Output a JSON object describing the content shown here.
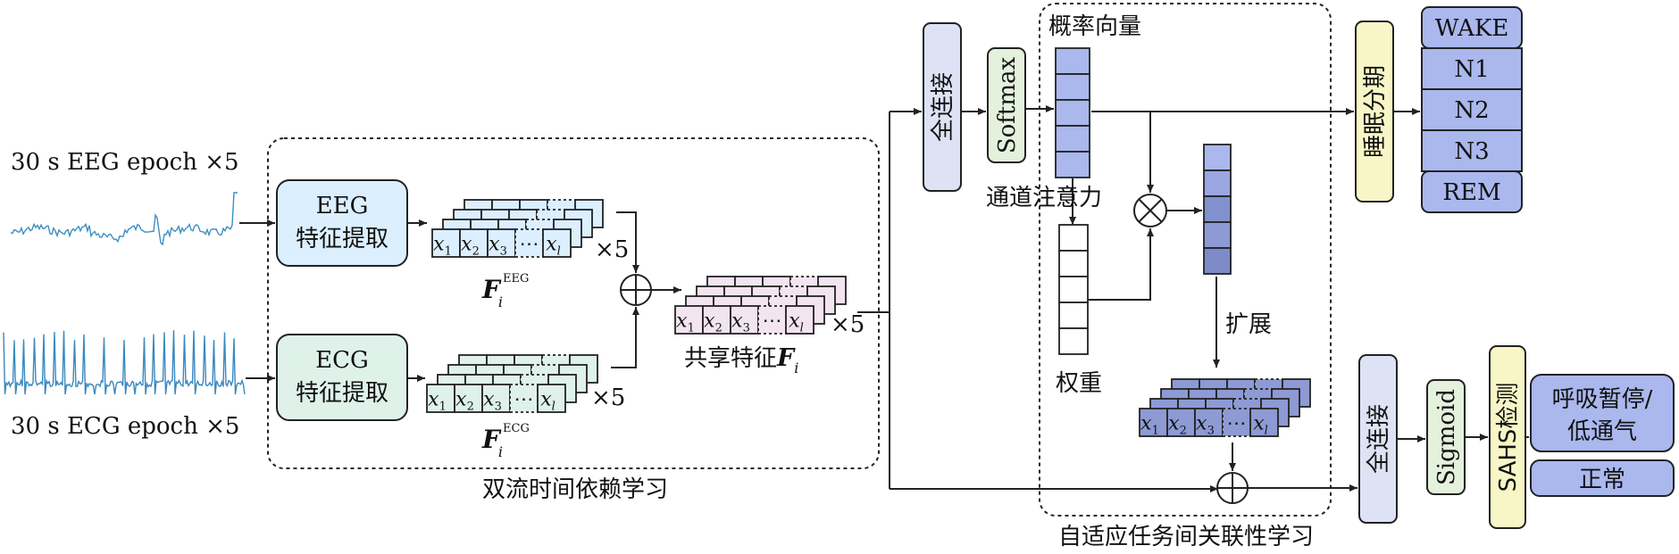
{
  "inputs": {
    "eeg_label": "30 s EEG epoch ×5",
    "ecg_label": "30 s ECG epoch ×5"
  },
  "dual_stream": {
    "eeg_extractor": [
      "EEG",
      "特征提取"
    ],
    "ecg_extractor": [
      "ECG",
      "特征提取"
    ],
    "eeg_feature_symbol": "F",
    "eeg_feature_sub": "i",
    "eeg_feature_sup": "EEG",
    "ecg_feature_symbol": "F",
    "ecg_feature_sub": "i",
    "ecg_feature_sup": "ECG",
    "shared_feature_label": "共享特征",
    "shared_feature_symbol": "F",
    "shared_feature_sub": "i",
    "times": "×5",
    "block_title": "双流时间依赖学习"
  },
  "vector_tokens": [
    "x",
    "1",
    "x",
    "2",
    "x",
    "3",
    "x",
    "l"
  ],
  "adaptive": {
    "fc_label": "全连接",
    "softmax_label": "Softmax",
    "prob_vector_label": "概率向量",
    "channel_attention_label": "通道注意力",
    "weight_label": "权重",
    "expand_label": "扩展",
    "block_title": "自适应任务间关联性学习"
  },
  "sleep_staging": {
    "label": "睡眠分期",
    "classes": [
      "WAKE",
      "N1",
      "N2",
      "N3",
      "REM"
    ]
  },
  "sahs_branch": {
    "fc_label": "全连接",
    "sigmoid_label": "Sigmoid",
    "detect_label": "SAHS检测",
    "outputs": [
      [
        "呼吸暂停/",
        "低通气"
      ],
      [
        "正常"
      ]
    ]
  },
  "colors": {
    "eeg_box": "#dcefff",
    "ecg_box": "#dff2ea",
    "fc_box": "#dde3f4",
    "softmax_box": "#e4f1dd",
    "vector_blue": "#aab8ee",
    "dark_blue": "#8190cf",
    "stage_box": "#f8f6c6",
    "class_box": "#aab8ee",
    "eeg_signal": "#3e8fc0",
    "ecg_signal": "#3a88be"
  }
}
